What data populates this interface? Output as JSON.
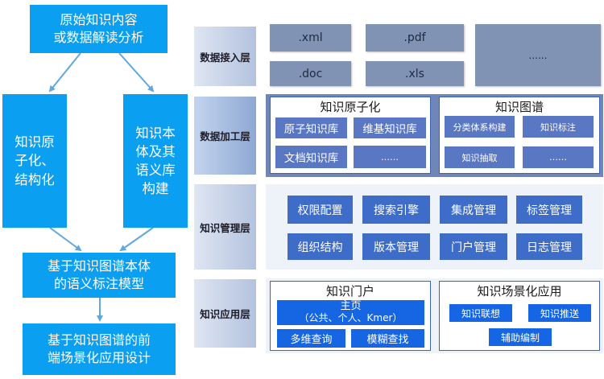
{
  "flow": {
    "top": "原始知识内容\n或数据解读分析",
    "left": "知识原\n子化、\n结构化",
    "right": "知识本\n体及其\n语义库\n构建",
    "model": "基于知识图谱本体\n的语义标注模型",
    "design": "基于知识图谱的前\n端场景化应用设计"
  },
  "layers": {
    "ingest": "数据接入层",
    "process": "数据加工层",
    "manage": "知识管理层",
    "apply": "知识应用层"
  },
  "formats": {
    "xml": ".xml",
    "pdf": ".pdf",
    "doc": ".doc",
    "xls": ".xls",
    "more": "......"
  },
  "atomization": {
    "title": "知识原子化",
    "items": [
      "原子知识库",
      "维基知识库",
      "文档知识库",
      "……"
    ]
  },
  "graph": {
    "title": "知识图谱",
    "items": [
      "分类体系构建",
      "知识标注",
      "知识抽取",
      "……"
    ]
  },
  "management": {
    "items": [
      "权限配置",
      "搜索引擎",
      "集成管理",
      "标签管理",
      "组织结构",
      "版本管理",
      "门户管理",
      "日志管理"
    ]
  },
  "portal": {
    "title": "知识门户",
    "home": "主页",
    "home_sub": "（公共、个人、Kmer）",
    "items": [
      "多维查询",
      "模糊查找"
    ]
  },
  "scenario": {
    "title": "知识场景化应用",
    "items": [
      "知识联想",
      "知识推送",
      "辅助编制"
    ]
  },
  "colors": {
    "flow_blue": "#0a9ff0",
    "format_gray_blue": "#8193b4",
    "panel_border": "#3f63b4",
    "button_blue": "#5a77c3",
    "bright_blue": "#1666e4"
  }
}
